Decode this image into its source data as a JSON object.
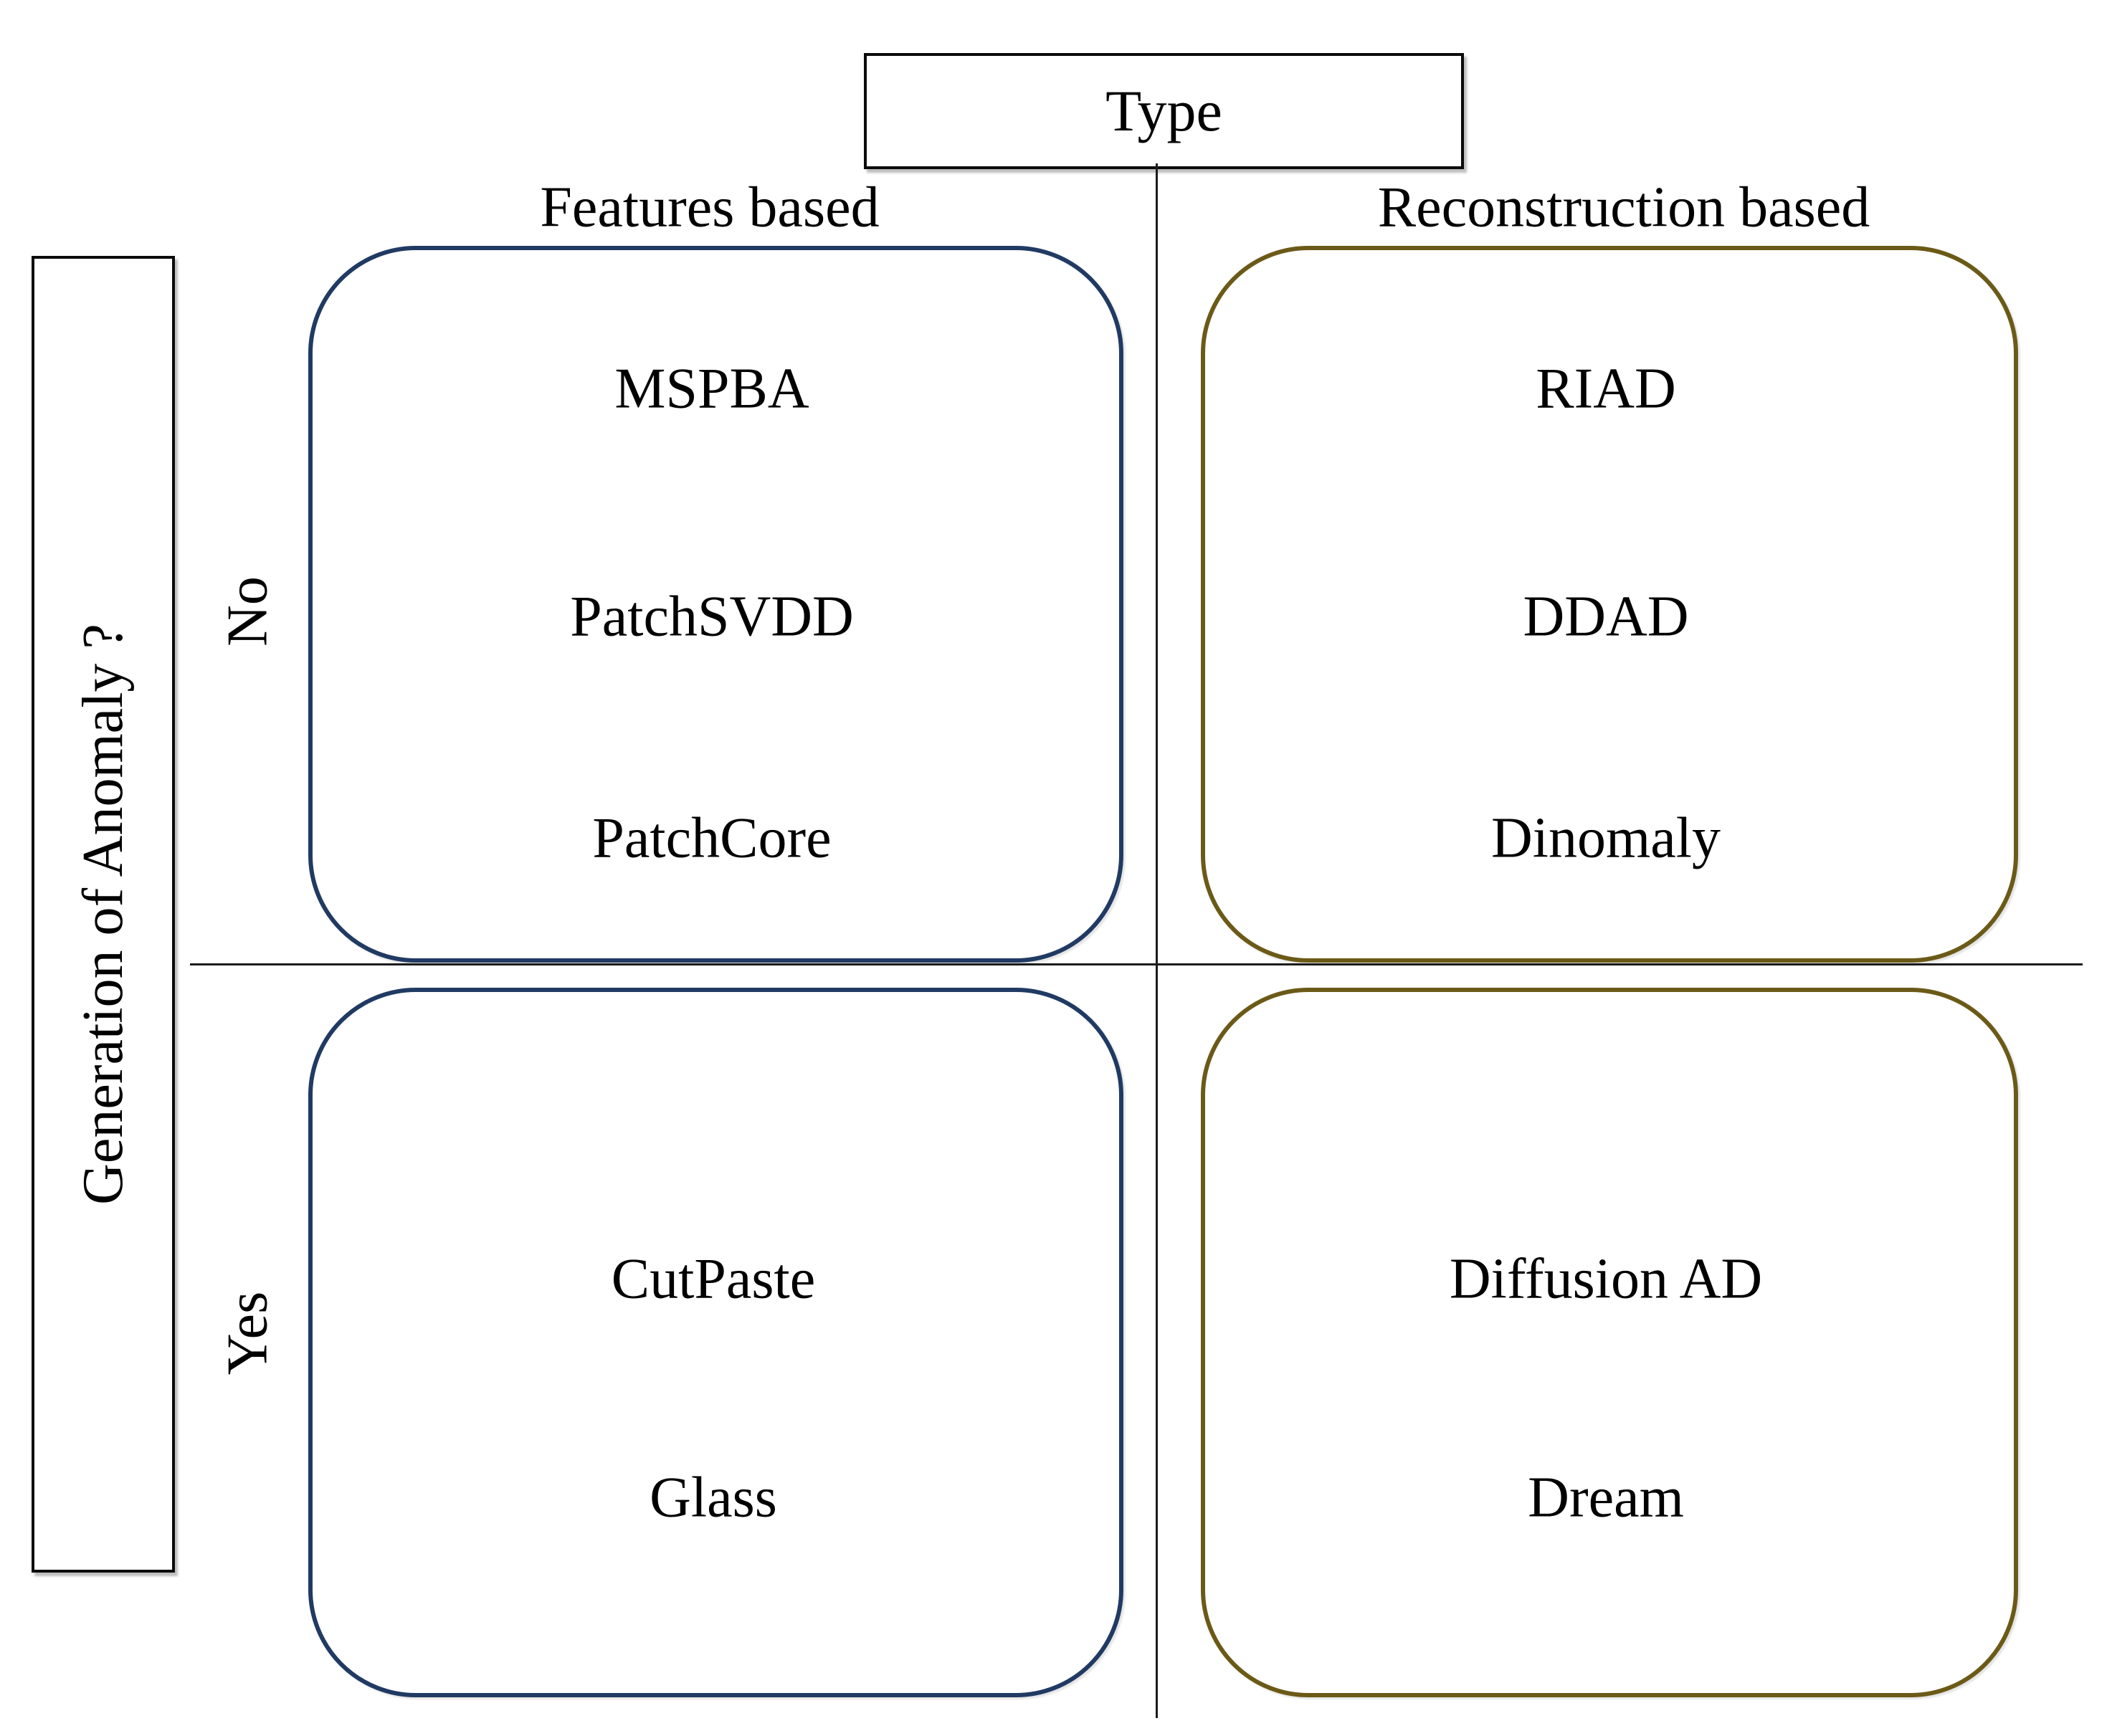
{
  "figure": {
    "type_box_label": "Type",
    "row_axis_label": "Generation of Anomaly ?"
  },
  "columns": [
    {
      "id": "features",
      "label": "Features based",
      "border_color": "#203a63"
    },
    {
      "id": "reconstruction",
      "label": "Reconstruction based",
      "border_color": "#6b5a17"
    }
  ],
  "rows": [
    {
      "id": "no",
      "label": "No"
    },
    {
      "id": "yes",
      "label": "Yes"
    }
  ],
  "quadrants": [
    {
      "column": "Features based",
      "row": "No",
      "items": [
        "MSPBA",
        "PatchSVDD",
        "PatchCore"
      ]
    },
    {
      "column": "Reconstruction based",
      "row": "No",
      "items": [
        "RIAD",
        "DDAD",
        "Dinomaly"
      ]
    },
    {
      "column": "Features based",
      "row": "Yes",
      "items": [
        "CutPaste",
        "Glass"
      ]
    },
    {
      "column": "Reconstruction based",
      "row": "Yes",
      "items": [
        "Diffusion AD",
        "Dream"
      ]
    }
  ],
  "colors": {
    "features_border": "#203a63",
    "reconstruction_border": "#6b5a17",
    "line": "#1c1c1c",
    "text": "#000000",
    "background": "#ffffff"
  }
}
